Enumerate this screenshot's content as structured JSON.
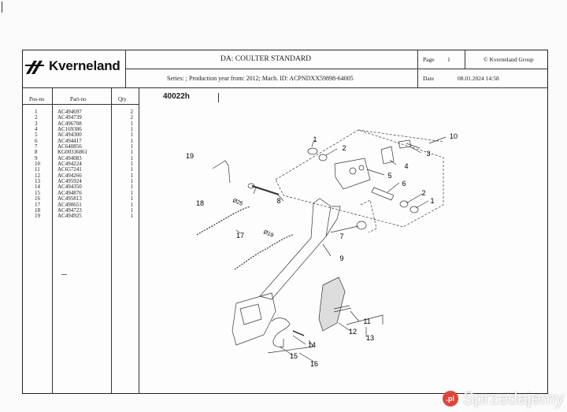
{
  "header": {
    "brand": "Kverneland",
    "title": "DA: COULTER STANDARD",
    "page_label": "Page",
    "page_number": "1",
    "copyright": "© Kverneland Group",
    "series_line": "Series: ; Production year from: 2012; Mach. ID: ACPNDXX59898-64005",
    "date_label": "Date",
    "date_value": "08.01.2024  14:58"
  },
  "parts_table": {
    "headers": [
      "Pos-no",
      "Part-no",
      "Qty"
    ],
    "rows": [
      {
        "pos": "1",
        "part": "AC494697",
        "qty": "2"
      },
      {
        "pos": "2",
        "part": "AC494739",
        "qty": "2"
      },
      {
        "pos": "3",
        "part": "AC496708",
        "qty": "1"
      },
      {
        "pos": "4",
        "part": "AC169386",
        "qty": "1"
      },
      {
        "pos": "5",
        "part": "AC494300",
        "qty": "1"
      },
      {
        "pos": "6",
        "part": "AC494417",
        "qty": "1"
      },
      {
        "pos": "7",
        "part": "AC640856",
        "qty": "1"
      },
      {
        "pos": "8",
        "part": "KG00336861",
        "qty": "1"
      },
      {
        "pos": "9",
        "part": "AC494083",
        "qty": "1"
      },
      {
        "pos": "10",
        "part": "AC494224",
        "qty": "1"
      },
      {
        "pos": "11",
        "part": "AC657241",
        "qty": "1"
      },
      {
        "pos": "12",
        "part": "AC494266",
        "qty": "1"
      },
      {
        "pos": "13",
        "part": "AC495924",
        "qty": "1"
      },
      {
        "pos": "14",
        "part": "AC494350",
        "qty": "1"
      },
      {
        "pos": "15",
        "part": "AC494876",
        "qty": "1"
      },
      {
        "pos": "16",
        "part": "AC495813",
        "qty": "1"
      },
      {
        "pos": "17",
        "part": "AC490651",
        "qty": "1"
      },
      {
        "pos": "18",
        "part": "AC494723",
        "qty": "1"
      },
      {
        "pos": "19",
        "part": "AC494925",
        "qty": "1"
      }
    ]
  },
  "diagram": {
    "id": "40022h",
    "callouts": {
      "n1a": "1",
      "n2a": "2",
      "n3": "3",
      "n4": "4",
      "n5": "5",
      "n6": "6",
      "n2b": "2",
      "n1b": "1",
      "n7": "7",
      "n8": "8",
      "n9": "9",
      "n10": "10",
      "n11": "11",
      "n12": "12",
      "n13": "13",
      "n14": "14",
      "n15": "15",
      "n16": "16",
      "n17": "17",
      "n18": "18",
      "n19": "19"
    },
    "dims": {
      "d25": "Ø25",
      "d19": "Ø19"
    }
  },
  "watermark": {
    "badge": ".pl",
    "text": "Sprzedajemy"
  }
}
